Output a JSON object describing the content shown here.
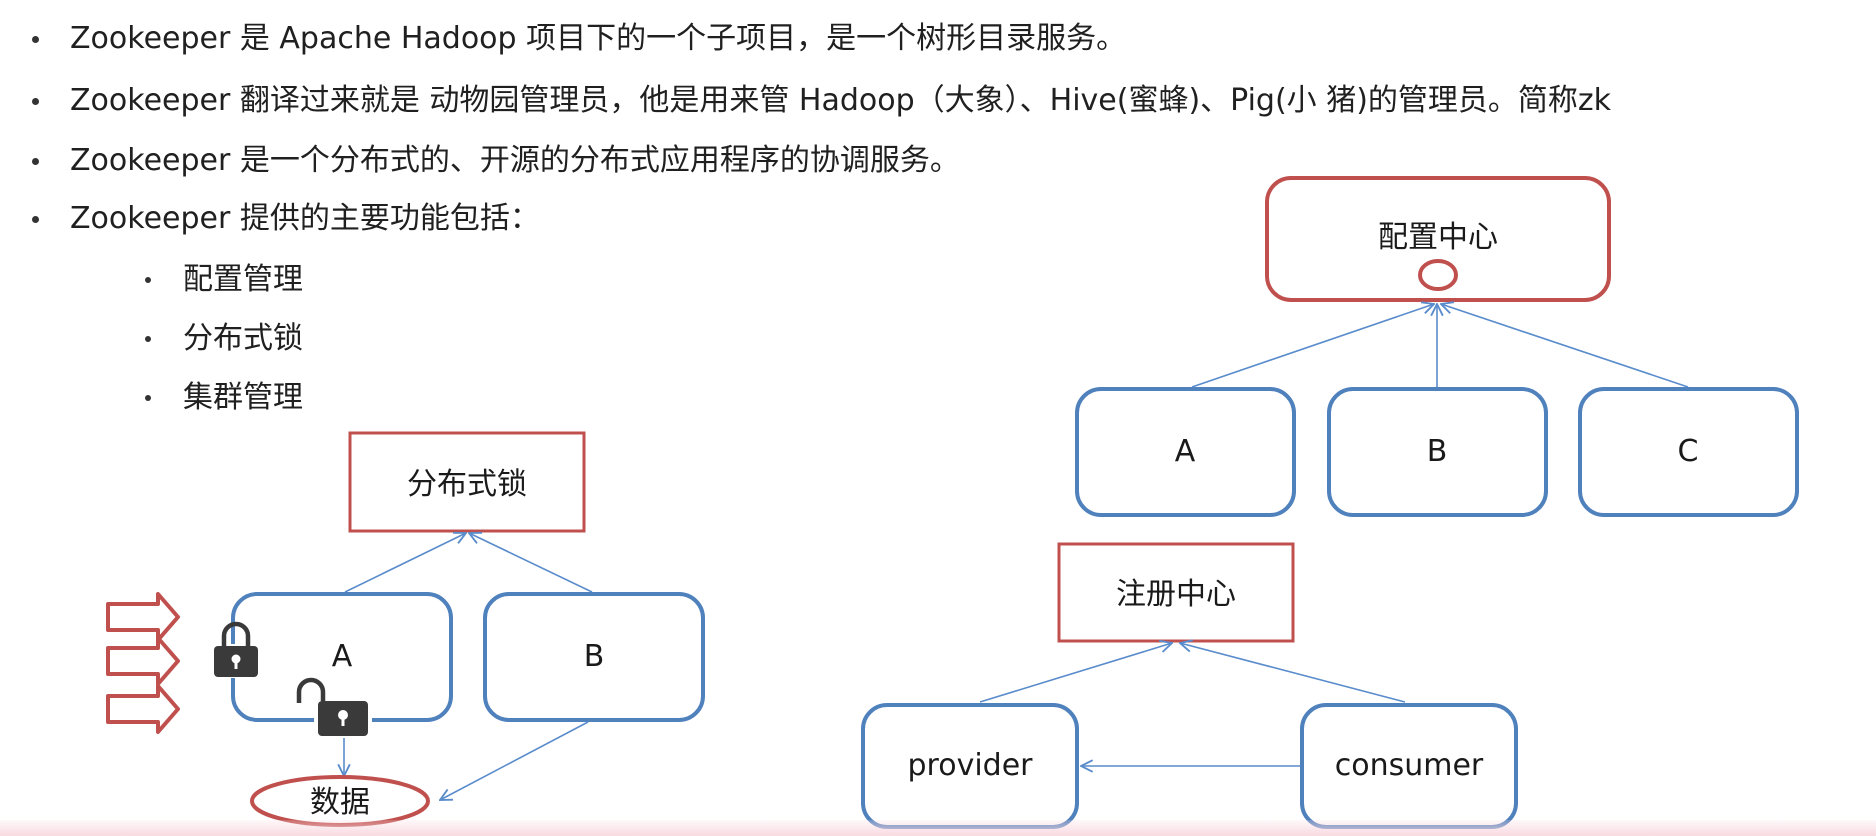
{
  "bullets": [
    "Zookeeper 是 Apache Hadoop 项目下的一个子项目，是一个树形目录服务。",
    "Zookeeper 翻译过来就是 动物园管理员，他是用来管 Hadoop（大象）、Hive(蜜蜂)、Pig(小 猪)的管理员。简称zk",
    "Zookeeper 是一个分布式的、开源的分布式应用程序的协调服务。",
    "Zookeeper 提供的主要功能包括："
  ],
  "sub_bullets": [
    "配置管理",
    "分布式锁",
    "集群管理"
  ],
  "lock_diagram": {
    "top_label": "分布式锁",
    "node_a": "A",
    "node_b": "B",
    "data_label": "数据",
    "lock_icons": [
      "padlock-closed-icon",
      "padlock-open-icon"
    ],
    "request_arrows": 3
  },
  "config_diagram": {
    "top_label": "配置中心",
    "nodes": [
      "A",
      "B",
      "C"
    ]
  },
  "registry_diagram": {
    "top_label": "注册中心",
    "provider": "provider",
    "consumer": "consumer"
  },
  "colors": {
    "red_border": "#c0504d",
    "blue_border": "#4f81bd",
    "link": "#5a8ccc",
    "lock": "#3a3a3a"
  }
}
